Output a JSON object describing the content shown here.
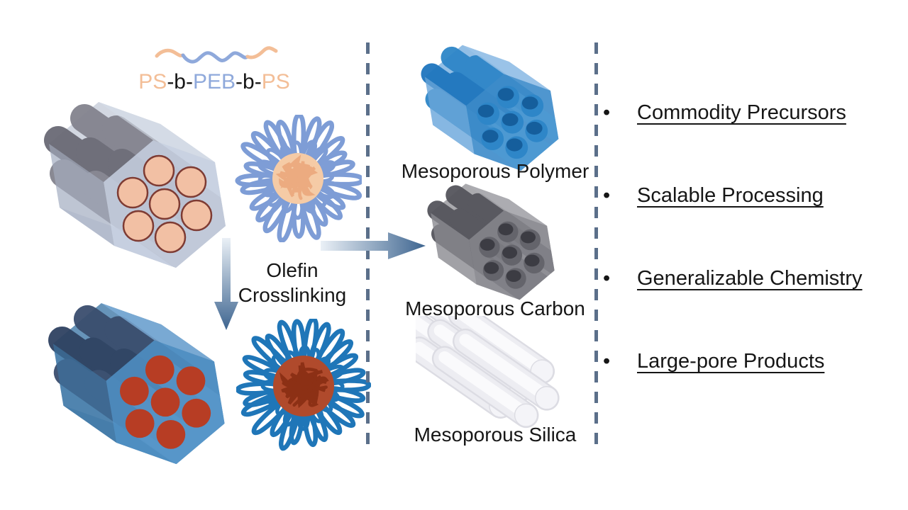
{
  "copolymer": {
    "segments": [
      "PS",
      "-b-",
      "PEB",
      "-b-",
      "PS"
    ]
  },
  "process": {
    "step_lines": [
      "Olefin",
      "Crosslinking"
    ]
  },
  "products": [
    {
      "label": "Mesoporous Polymer"
    },
    {
      "label": "Mesoporous Carbon"
    },
    {
      "label": "Mesoporous Silica"
    }
  ],
  "benefits": {
    "bullet_glyph": "•",
    "items": [
      "Commodity Precursors",
      "Scalable Processing",
      "Generalizable Chemistry",
      "Large-pore Products"
    ]
  },
  "colors": {
    "ink": "#161616",
    "ps-label": "#F3BE97",
    "peb-label": "#8FA9DB",
    "dash": "#5B6F8A",
    "arrow-light": "#EAF0F6",
    "arrow-dark": "#3E6590",
    "gray-body": "#ADB6C9",
    "gray-face": "#C8D1E2",
    "gray-top": "#D6DDEA",
    "gray-tube": "#B9C0D0",
    "gray-rod": "#83838E",
    "gray-rod-dark": "#6A6A75",
    "pore-peach": "#F2C0A4",
    "pore-peach-edge": "#7E3B33",
    "blue-body": "#4179A8",
    "blue-face": "#4E8FC4",
    "blue-top": "#7FB0DC",
    "blue-tube": "#5E9CCE",
    "blue-rod": "#3A4E6E",
    "blue-rod-dark": "#2F4261",
    "pore-red": "#B73D24",
    "poly-body": "#7FB3E0",
    "poly-face": "#3F8CC9",
    "poly-top": "#9CC4E8",
    "poly-tube": "#4E9BD4",
    "poly-rod": "#1F76BE",
    "poly-stub": "#2E86C8",
    "poly-stub-dark": "#155E9C",
    "carbon-body": "#9B9BA0",
    "carbon-face": "#8A8A90",
    "carbon-top": "#ACACB1",
    "carbon-tube": "#77777D",
    "carbon-rod": "#55555C",
    "carbon-stub": "#64646B",
    "carbon-stub-dark": "#3C3C43",
    "silica-rod": "#EDEDF2",
    "silica-edge": "#DCDCE3",
    "silica-hi": "#FAFAFC",
    "silica-cap": "#F4F4F8",
    "corona-top": "#7E9DD6",
    "core-top": "#F5CBA6",
    "scrib-top": "#ECAB80",
    "corona-bot": "#1F76B8",
    "core-bot": "#B04A2C",
    "scrib-bot": "#8C3015"
  }
}
